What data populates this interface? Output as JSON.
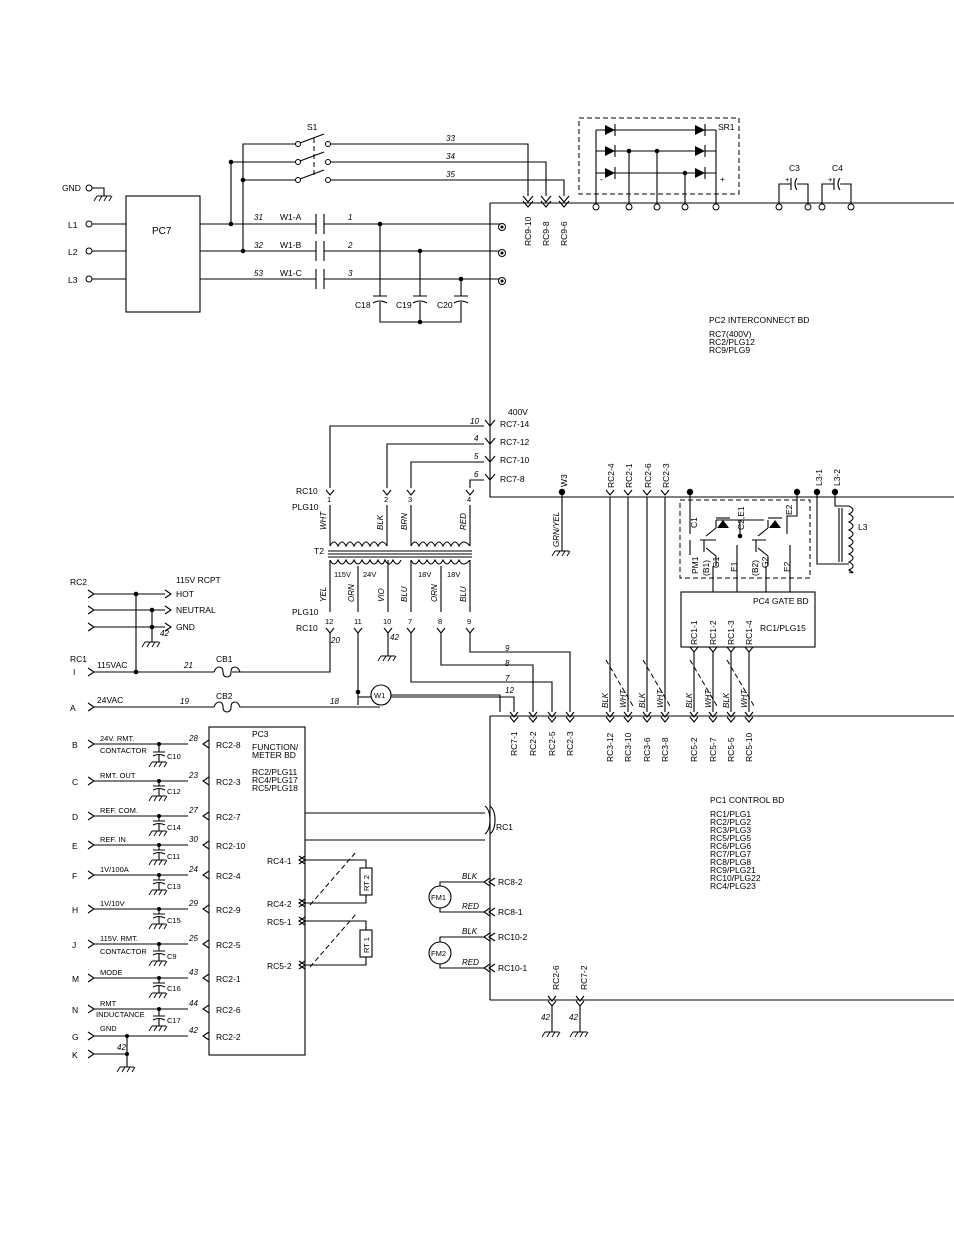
{
  "left_terminals": {
    "gnd": "GND",
    "l1": "L1",
    "l2": "L2",
    "l3": "L3"
  },
  "pc7": "PC7",
  "s1": "S1",
  "sr1": "SR1",
  "sr1_minus": "-",
  "sr1_plus": "+",
  "c3": "C3",
  "c4": "C4",
  "c_plus": "+",
  "main_wires": [
    "31",
    "32",
    "53"
  ],
  "contactors": [
    "W1-A",
    "W1-B",
    "W1-C"
  ],
  "phase_wires": [
    "1",
    "2",
    "3"
  ],
  "switch_wires": [
    "33",
    "34",
    "35"
  ],
  "filter_caps": [
    "C18",
    "C19",
    "C20"
  ],
  "rc9_plugs": [
    "RC9-10",
    "RC9-8",
    "RC9-6"
  ],
  "pc2": {
    "title": "PC2 INTERCONNECT BD",
    "lines": [
      "RC7(400V)",
      "RC2/PLG12",
      "RC9/PLG9"
    ]
  },
  "volt400": "400V",
  "rc7_taps": [
    {
      "wire": "10",
      "label": "RC7-14"
    },
    {
      "wire": "4",
      "label": "RC7-12"
    },
    {
      "wire": "5",
      "label": "RC7-10"
    },
    {
      "wire": "6",
      "label": "RC7-8"
    }
  ],
  "w3": "W3",
  "grn_yel": "GRN/YEL",
  "t2": {
    "name": "T2",
    "rc10": "RC10",
    "plg10": "PLG10",
    "pri_pins": [
      "1",
      "2",
      "3",
      "4"
    ],
    "pri_colors": [
      "WHT",
      "BLK",
      "BRN",
      "RED"
    ],
    "sec_labels": [
      "115V",
      "24V",
      "18V",
      "18V"
    ],
    "sec_colors": [
      "YEL",
      "ORN",
      "VIO",
      "BLU",
      "ORN",
      "BLU"
    ],
    "sec_pins": [
      "12",
      "11",
      "10",
      "7",
      "8",
      "9"
    ],
    "wire20": "20",
    "gnd42": "42"
  },
  "rc2_header": [
    "RC2-4",
    "RC2-1",
    "RC2-6",
    "RC2-3"
  ],
  "l3_taps": [
    "L3-1",
    "L3-2"
  ],
  "l3": "L3",
  "pm1": {
    "name": "PM1",
    "c1": "C1",
    "c2e1": "C2,E1",
    "e2": "E2",
    "b1": "(B1)",
    "g1": "G1",
    "e1": "E1",
    "b2": "(B2)",
    "g2": "G2",
    "e2b": "E2"
  },
  "pc4": {
    "title": "PC4 GATE BD",
    "plug": "RC1/PLG15",
    "pins": [
      "RC1-1",
      "RC1-2",
      "RC1-3",
      "RC1-4"
    ]
  },
  "rcpt": {
    "title": "115V RCPT",
    "hot": "HOT",
    "neutral": "NEUTRAL",
    "gnd": "GND",
    "gnd42": "42"
  },
  "rc2_left": "RC2",
  "rc1_left": "RC1",
  "rc1_i": "I",
  "v115ac": "115VAC",
  "cb1": "CB1",
  "w21": "21",
  "a_term": "A",
  "v24ac": "24VAC",
  "cb2": "CB2",
  "w19": "19",
  "w18": "18",
  "w1": "W1",
  "sec_wires": [
    "9",
    "8",
    "7",
    "12"
  ],
  "mid_plugs": [
    "RC7-1",
    "RC2-2",
    "RC2-5",
    "RC2-3"
  ],
  "rc3_plugs": [
    "RC3-12",
    "RC3-10",
    "RC3-6",
    "RC3-8"
  ],
  "rc5_plugs": [
    "RC5-2",
    "RC5-7",
    "RC5-5",
    "RC5-10"
  ],
  "twist_colors": [
    "BLK",
    "WHT",
    "BLK",
    "WHT",
    "BLK",
    "WHT",
    "BLK",
    "WHT"
  ],
  "pc3": {
    "title": "PC3",
    "func": "FUNCTION/",
    "meter": "METER BD",
    "lines": [
      "RC2/PLG11",
      "RC4/PLG17",
      "RC5/PLG18"
    ]
  },
  "pc3_rows": [
    {
      "term": "B",
      "text": "24V. RMT.",
      "sub": "CONTACTOR",
      "cap": "C10",
      "wire": "28",
      "plug": "RC2-8"
    },
    {
      "term": "C",
      "text": "RMT. OUT",
      "sub": "",
      "cap": "C12",
      "wire": "23",
      "plug": "RC2-3"
    },
    {
      "term": "D",
      "text": "REF. COM.",
      "sub": "",
      "cap": "C14",
      "wire": "27",
      "plug": "RC2-7"
    },
    {
      "term": "E",
      "text": "REF. IN",
      "sub": "",
      "cap": "C11",
      "wire": "30",
      "plug": "RC2-10"
    },
    {
      "term": "F",
      "text": "1V/100A",
      "sub": "",
      "cap": "C13",
      "wire": "24",
      "plug": "RC2-4"
    },
    {
      "term": "H",
      "text": "1V/10V",
      "sub": "",
      "cap": "C15",
      "wire": "29",
      "plug": "RC2-9"
    },
    {
      "term": "J",
      "text": "115V. RMT.",
      "sub": "CONTACTOR",
      "cap": "C9",
      "wire": "25",
      "plug": "RC2-5"
    },
    {
      "term": "M",
      "text": "MODE",
      "sub": "",
      "cap": "C16",
      "wire": "43",
      "plug": "RC2-1"
    },
    {
      "term": "N",
      "text": "RMT",
      "sub": "INDUCTANCE",
      "cap": "C17",
      "wire": "44",
      "plug": "RC2-6"
    },
    {
      "term": "G",
      "text": "GND",
      "sub": "",
      "cap": "",
      "wire": "42",
      "plug": "RC2-2"
    }
  ],
  "k_term": "K",
  "k_wire": "42",
  "rt": {
    "rc4_1": "RC4-1",
    "rc4_2": "RC4-2",
    "rt2": "RT 2",
    "rc5_1": "RC5-1",
    "rc5_2": "RC5-2",
    "rt1": "RT 1"
  },
  "rc1_cable": "RC1",
  "fans": [
    {
      "name": "FM1",
      "top_color": "BLK",
      "top_plug": "RC8-2",
      "bot_color": "RED",
      "bot_plug": "RC8-1"
    },
    {
      "name": "FM2",
      "top_color": "BLK",
      "top_plug": "RC10-2",
      "bot_color": "RED",
      "bot_plug": "RC10-1"
    }
  ],
  "bottom_plugs": [
    {
      "label": "RC2-6",
      "wire": "42"
    },
    {
      "label": "RC7-2",
      "wire": "42"
    }
  ],
  "pc1": {
    "title": "PC1 CONTROL BD",
    "lines": [
      "RC1/PLG1",
      "RC2/PLG2",
      "RC3/PLG3",
      "RC5/PLG5",
      "RC6/PLG6",
      "RC7/PLG7",
      "RC8/PLG8",
      "RC9/PLG21",
      "RC10/PLG22",
      "RC4/PLG23"
    ]
  }
}
